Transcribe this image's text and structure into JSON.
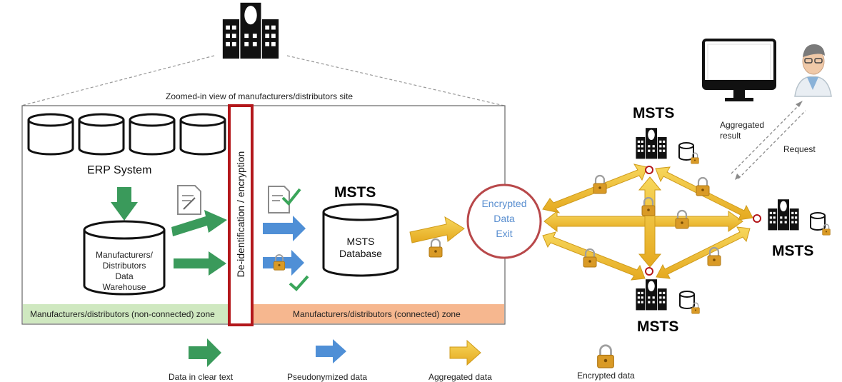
{
  "site": {
    "zoom_caption": "Zoomed-in view of manufacturers/distributors site",
    "erp_label": "ERP System",
    "warehouse_label": [
      "Manufacturers/",
      "Distributors",
      "Data",
      "Warehouse"
    ],
    "deid_label": "De-identification / encryption",
    "msts_heading": "MSTS",
    "msts_db_label": [
      "MSTS",
      "Database"
    ],
    "zone_nonconnected": "Manufacturers/distributors (non-connected) zone",
    "zone_connected": "Manufacturers/distributors (connected) zone"
  },
  "exit": {
    "label": [
      "Encrypted",
      "Data",
      "Exit"
    ]
  },
  "network": {
    "node_top": "MSTS",
    "node_right": "MSTS",
    "node_bottom": "MSTS",
    "aggregated_result": [
      "Aggregated",
      "result"
    ],
    "request": "Request"
  },
  "legend": [
    {
      "label": "Data in clear text",
      "color": "#3a9a5b"
    },
    {
      "label": "Pseudonymized data",
      "color": "#4f8fd6"
    },
    {
      "label": "Aggregated data",
      "color": "#f2c33b"
    },
    {
      "label": "Encrypted data",
      "color": "#d89a2a"
    }
  ],
  "colors": {
    "green_zone": "#cfe8c0",
    "orange_zone": "#f6b78f",
    "deid_border": "#b3171b",
    "exit_circle": "#b8484a",
    "exit_text": "#5a8fd0",
    "gold": "#f3c640"
  }
}
